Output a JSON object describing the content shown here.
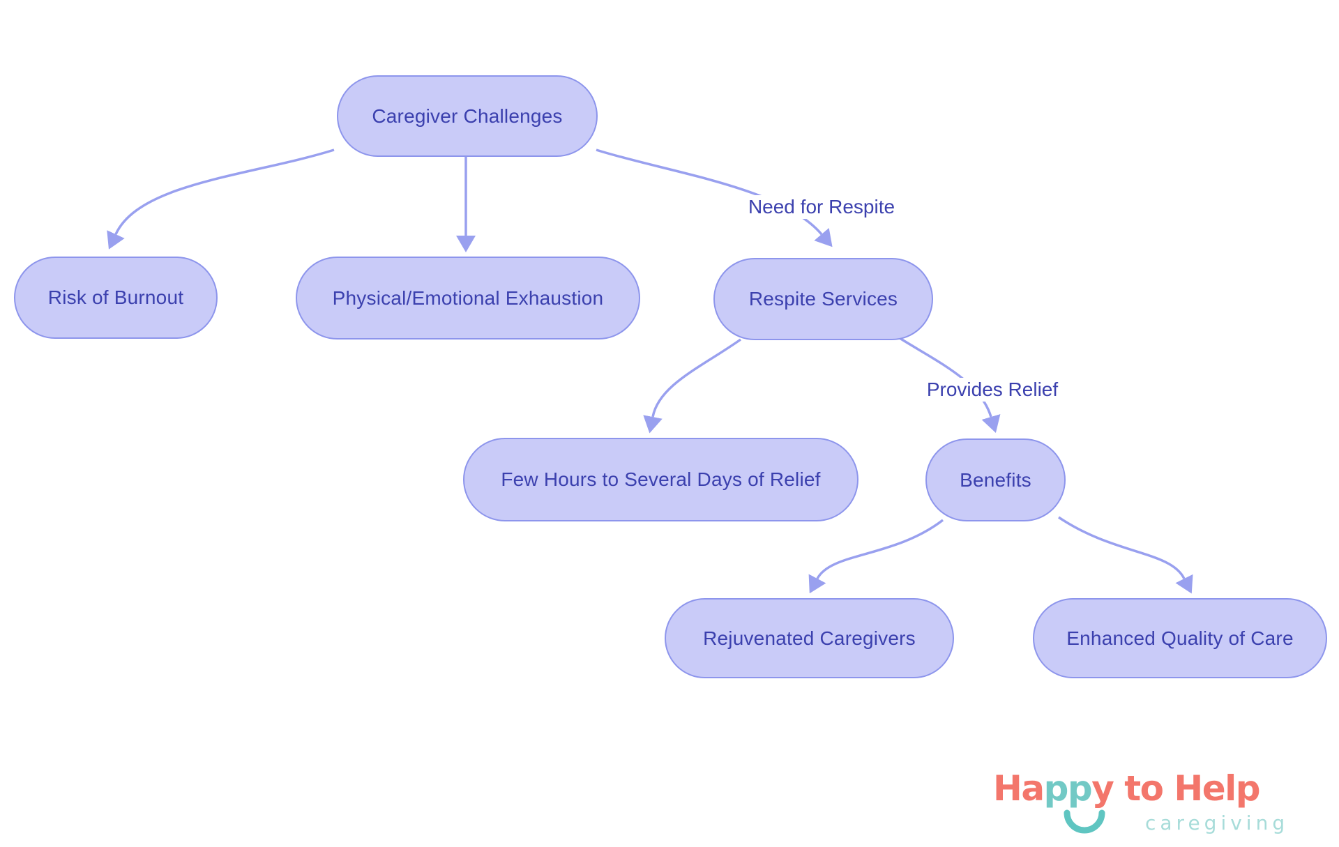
{
  "diagram_type": "flowchart",
  "colors": {
    "node_fill": "#c9cbf8",
    "node_border": "#8d95ec",
    "node_text": "#3b40ae",
    "edge": "#99a0ef",
    "logo_coral": "#f3766b",
    "logo_teal": "#72c9c5",
    "logo_tagline_teal": "#a7dcd9"
  },
  "nodes": [
    {
      "id": "caregiver-challenges",
      "label": "Caregiver Challenges"
    },
    {
      "id": "risk-of-burnout",
      "label": "Risk of Burnout"
    },
    {
      "id": "physical-emotional-exhaustion",
      "label": "Physical/Emotional Exhaustion"
    },
    {
      "id": "respite-services",
      "label": "Respite Services"
    },
    {
      "id": "few-hours-relief",
      "label": "Few Hours to Several Days of Relief"
    },
    {
      "id": "benefits",
      "label": "Benefits"
    },
    {
      "id": "rejuvenated-caregivers",
      "label": "Rejuvenated Caregivers"
    },
    {
      "id": "enhanced-quality-of-care",
      "label": "Enhanced Quality of Care"
    }
  ],
  "edges": [
    {
      "from": "caregiver-challenges",
      "to": "risk-of-burnout",
      "label": ""
    },
    {
      "from": "caregiver-challenges",
      "to": "physical-emotional-exhaustion",
      "label": ""
    },
    {
      "from": "caregiver-challenges",
      "to": "respite-services",
      "label": "Need for Respite"
    },
    {
      "from": "respite-services",
      "to": "few-hours-relief",
      "label": ""
    },
    {
      "from": "respite-services",
      "to": "benefits",
      "label": "Provides Relief"
    },
    {
      "from": "benefits",
      "to": "rejuvenated-caregivers",
      "label": ""
    },
    {
      "from": "benefits",
      "to": "enhanced-quality-of-care",
      "label": ""
    }
  ],
  "logo": {
    "part_ha": "Ha",
    "part_pp": "pp",
    "part_y": "y",
    "part_to": " to ",
    "part_help": "Help",
    "tagline": "caregiving"
  }
}
